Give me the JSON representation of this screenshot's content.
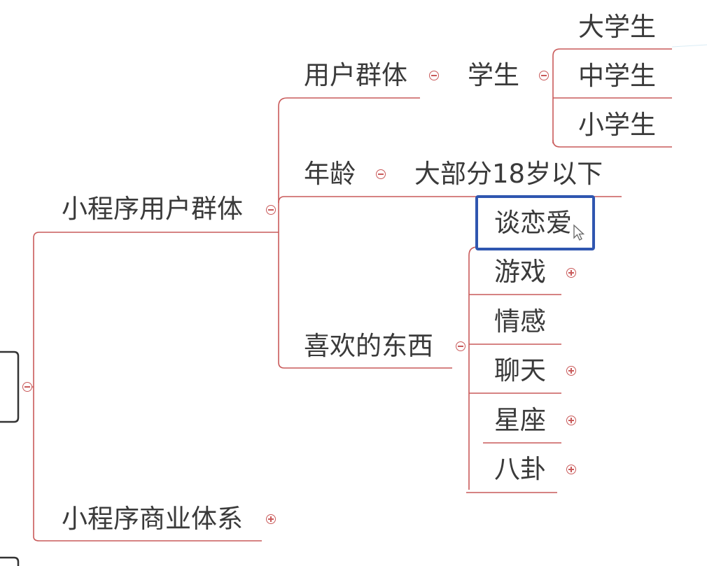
{
  "colors": {
    "branch": "#c95a5a",
    "text": "#3a3a3a",
    "selection": "#2f56b0",
    "frame": "#333333"
  },
  "mindmap": {
    "root_collapse": "collapse-icon",
    "nodes": {
      "mini_user_groups": "小程序用户群体",
      "user_groups": "用户群体",
      "students": "学生",
      "university": "大学生",
      "middle_school": "中学生",
      "primary_school": "小学生",
      "age": "年龄",
      "age_value": "大部分18岁以下",
      "likes": "喜欢的东西",
      "romance": "谈恋爱",
      "games": "游戏",
      "emotion": "情感",
      "chat": "聊天",
      "horoscope": "星座",
      "gossip": "八卦",
      "business_system": "小程序商业体系"
    },
    "icons": {
      "collapse": "minus-circle-icon",
      "expand": "plus-circle-icon",
      "cursor": "mouse-pointer-icon"
    }
  }
}
